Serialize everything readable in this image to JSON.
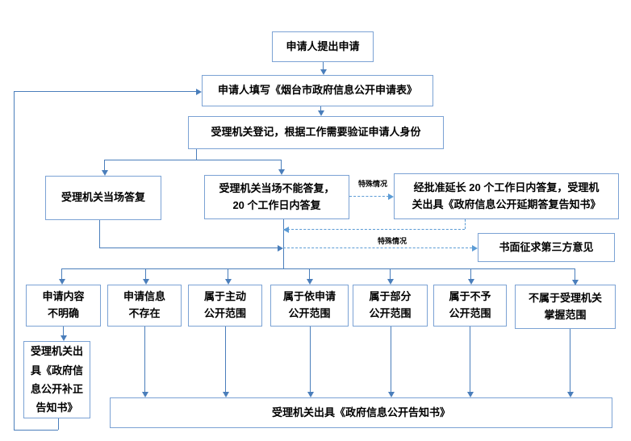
{
  "flow": {
    "start": "申请人提出申请",
    "fill_form": "申请人填写《烟台市政府信息公开申请表》",
    "register": "受理机关登记，根据工作需要验证申请人身份",
    "onspot_reply": "受理机关当场答复",
    "cannot_reply": "受理机关当场不能答复，\n20 个工作日内答复",
    "extended_reply": "经批准延长 20 个工作日内答复，受理机\n关出具《政府信息公开延期答复告知书》",
    "third_party": "书面征求第三方意见",
    "special_case_label_1": "特殊情况",
    "special_case_label_2": "特殊情况",
    "outcomes": [
      "申请内容\n不明确",
      "申请信息\n不存在",
      "属于主动\n公开范围",
      "属于依申请\n公开范围",
      "属于部分\n公开范围",
      "属于不予\n公开范围",
      "不属于受理机关\n掌握范围"
    ],
    "correction_notice": "受理机关出\n具《政府信\n息公开补正\n告知书》",
    "disclosure_notice": "受理机关出具《政府信息公开告知书》"
  },
  "colors": {
    "box_border": "#7ba2d4",
    "solid_line": "#4a7ebb",
    "dashed_line": "#5b9bd5",
    "text": "#000000",
    "background": "#ffffff"
  }
}
